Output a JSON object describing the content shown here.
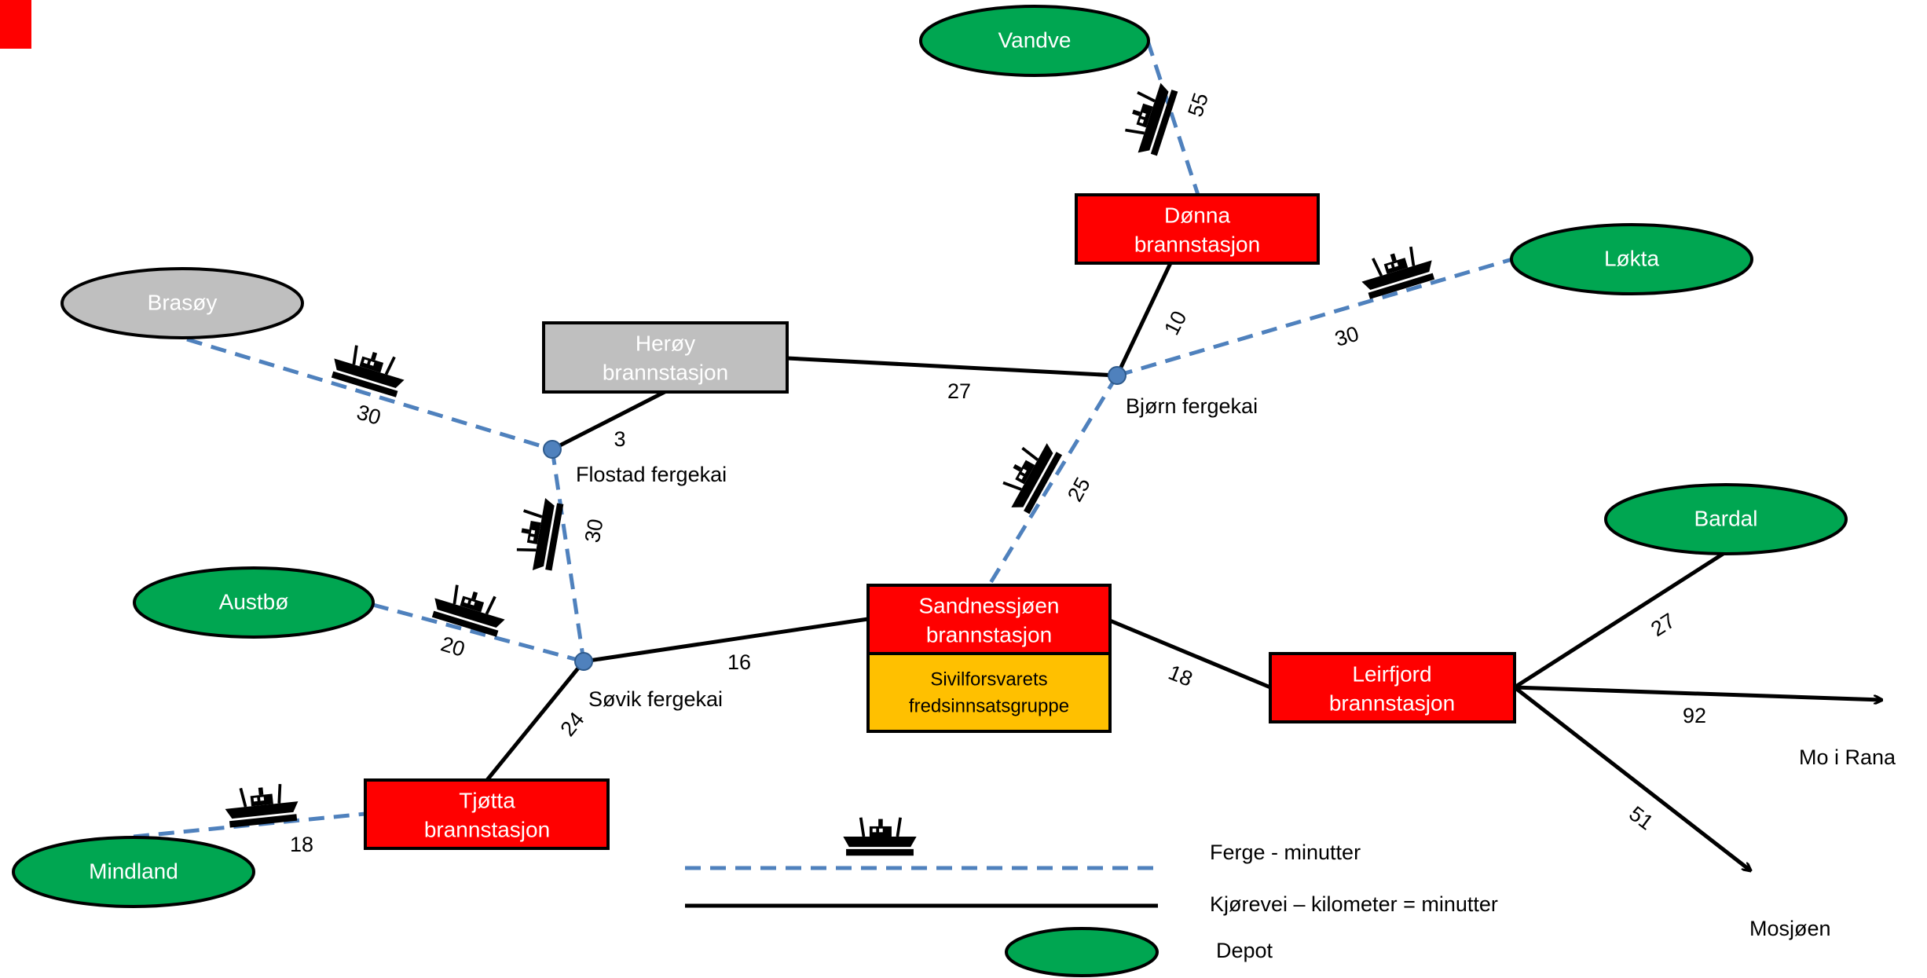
{
  "colors": {
    "depot": "#00a651",
    "station_red": "#ff0000",
    "station_grey": "#bfbfbf",
    "civil_defence": "#ffc000",
    "ferry_line": "#4f81bd",
    "road_line": "#000000",
    "junction": "#4f81bd",
    "corner_accent": "#ff0000"
  },
  "depots": {
    "vandve": "Vandve",
    "lokta": "Løkta",
    "brasoy": "Brasøy",
    "austbo": "Austbø",
    "bardal": "Bardal",
    "mindland": "Mindland"
  },
  "stations": {
    "donna": [
      "Dønna",
      "brannstasjon"
    ],
    "heroy": [
      "Herøy",
      "brannstasjon"
    ],
    "sandnessjoen": [
      "Sandnessjøen",
      "brannstasjon"
    ],
    "sivilforsvar": [
      "Sivilforsvarets",
      "fredsinnsatsgruppe"
    ],
    "leirfjord": [
      "Leirfjord",
      "brannstasjon"
    ],
    "tjotta": [
      "Tjøtta",
      "brannstasjon"
    ]
  },
  "ferry_quays": {
    "bjorn": "Bjørn fergekai",
    "flostad": "Flostad fergekai",
    "sovik": "Søvik fergekai"
  },
  "destinations": {
    "mo_i_rana": "Mo i Rana",
    "mosjoen": "Mosjøen"
  },
  "edge_labels": {
    "vandve_donna": "55",
    "donna_bjorn": "10",
    "bjorn_lokta": "30",
    "heroy_bjorn": "27",
    "heroy_flostad": "3",
    "brasoy_flostad": "30",
    "flostad_sovik": "30",
    "bjorn_sandnessjoen": "25",
    "austbo_sovik": "20",
    "sovik_sandnessjoen": "16",
    "sovik_tjotta": "24",
    "mindland_tjotta": "18",
    "sandnessjoen_leirfjord": "18",
    "leirfjord_bardal": "27",
    "leirfjord_mo_i_rana": "92",
    "leirfjord_mosjoen": "51"
  },
  "legend": {
    "ferry": "Ferge - minutter",
    "road": "Kjørevei –  kilometer = minutter",
    "depot": "Depot"
  }
}
